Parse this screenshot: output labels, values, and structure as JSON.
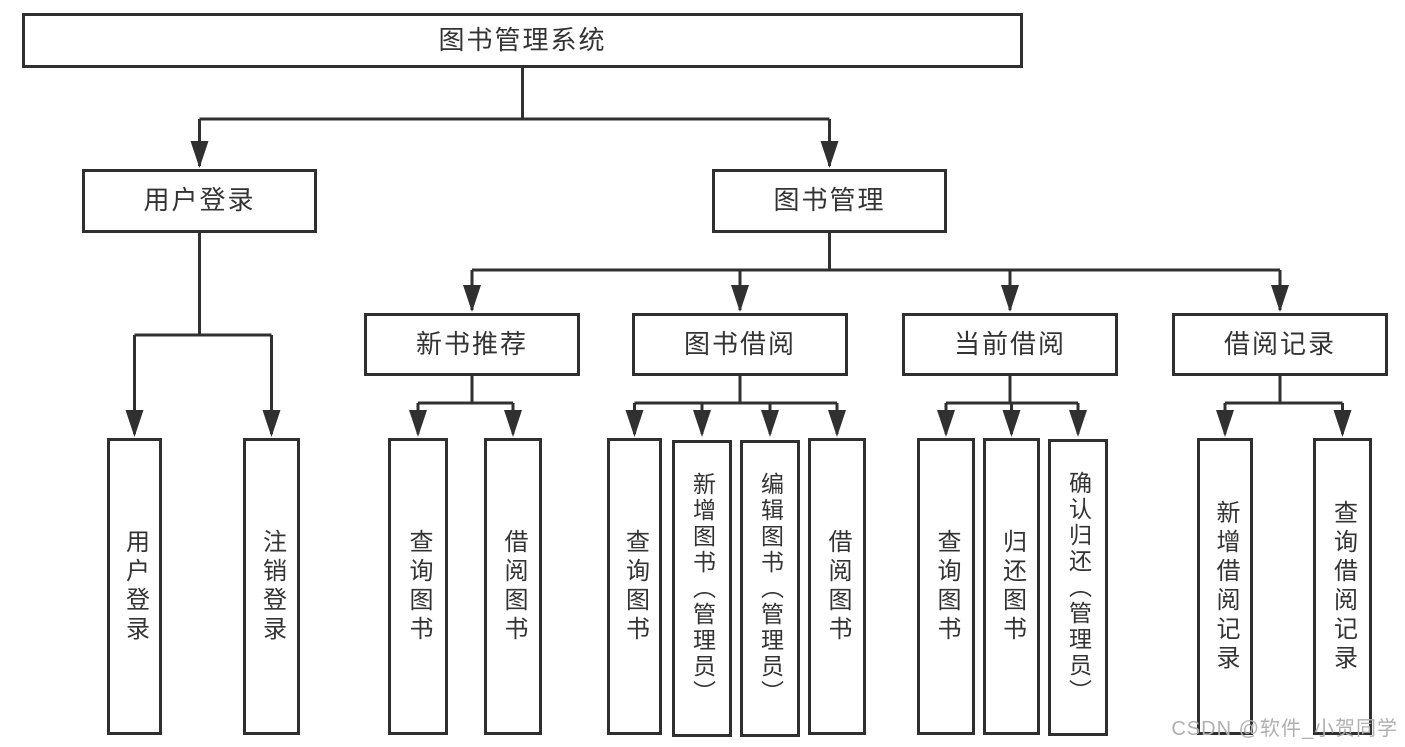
{
  "diagram": {
    "root": {
      "label": "图书管理系统",
      "children": [
        {
          "label": "用户登录",
          "children": [
            {
              "label": "用户登录"
            },
            {
              "label": "注销登录"
            }
          ]
        },
        {
          "label": "图书管理",
          "children": [
            {
              "label": "新书推荐",
              "children": [
                {
                  "label": "查询图书"
                },
                {
                  "label": "借阅图书"
                }
              ]
            },
            {
              "label": "图书借阅",
              "children": [
                {
                  "label": "查询图书"
                },
                {
                  "label": "新增图书（管理员）"
                },
                {
                  "label": "编辑图书（管理员）"
                },
                {
                  "label": "借阅图书"
                }
              ]
            },
            {
              "label": "当前借阅",
              "children": [
                {
                  "label": "查询图书"
                },
                {
                  "label": "归还图书"
                },
                {
                  "label": "确认归还（管理员）"
                }
              ]
            },
            {
              "label": "借阅记录",
              "children": [
                {
                  "label": "新增借阅记录"
                },
                {
                  "label": "查询借阅记录"
                }
              ]
            }
          ]
        }
      ]
    }
  },
  "colors": {
    "line": "#303030",
    "watermark": "#b0b0b0"
  },
  "watermark": {
    "text": "CSDN @软件_小贺同学"
  }
}
